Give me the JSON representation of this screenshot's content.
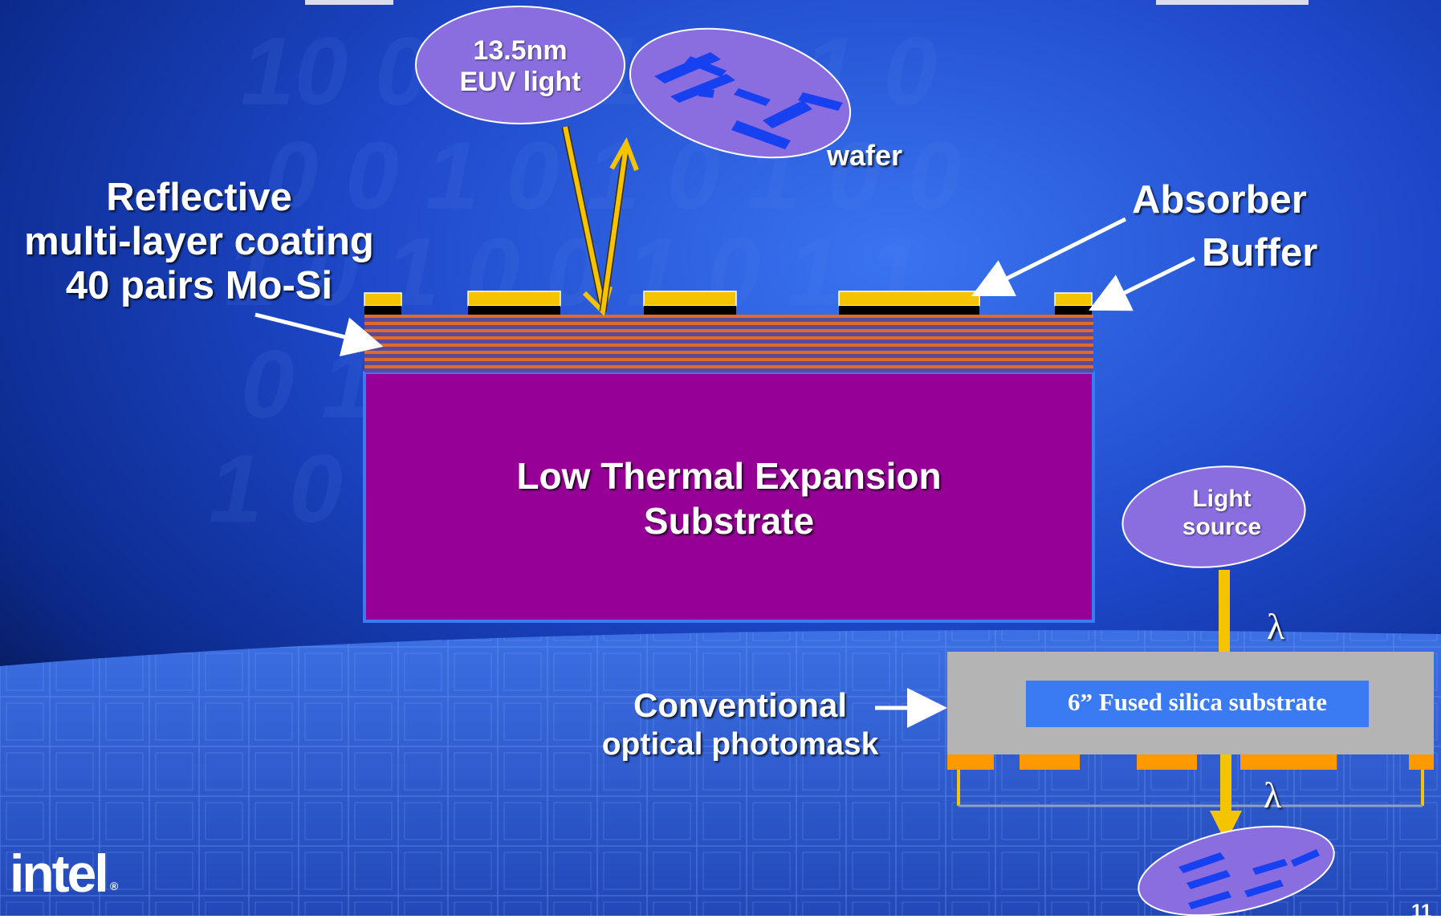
{
  "labels": {
    "euv_light": [
      "13.5nm",
      "EUV light"
    ],
    "wafer": "wafer",
    "reflective": [
      "Reflective",
      "multi-layer coating",
      "40 pairs Mo-Si"
    ],
    "absorber": "Absorber",
    "buffer": "Buffer",
    "substrate": [
      "Low Thermal Expansion",
      "Substrate"
    ],
    "light_source": [
      "Light",
      "source"
    ],
    "lambda": "λ",
    "conventional": [
      "Conventional",
      "optical photomask"
    ],
    "fused_silica": "6” Fused silica substrate",
    "page_number": "11"
  },
  "logo": {
    "brand": "intel"
  },
  "colors": {
    "substrate": "#960096",
    "absorber": "#f5c400",
    "buffer": "#000000",
    "multilayer": "#e06a2a",
    "euv_arrow": "#f5c400",
    "ellipse": "#8a6ee0",
    "fused_silica": "#3a7af2",
    "photomask_body": "#b4b4b4",
    "photomask_chrome": "#ff9900"
  }
}
